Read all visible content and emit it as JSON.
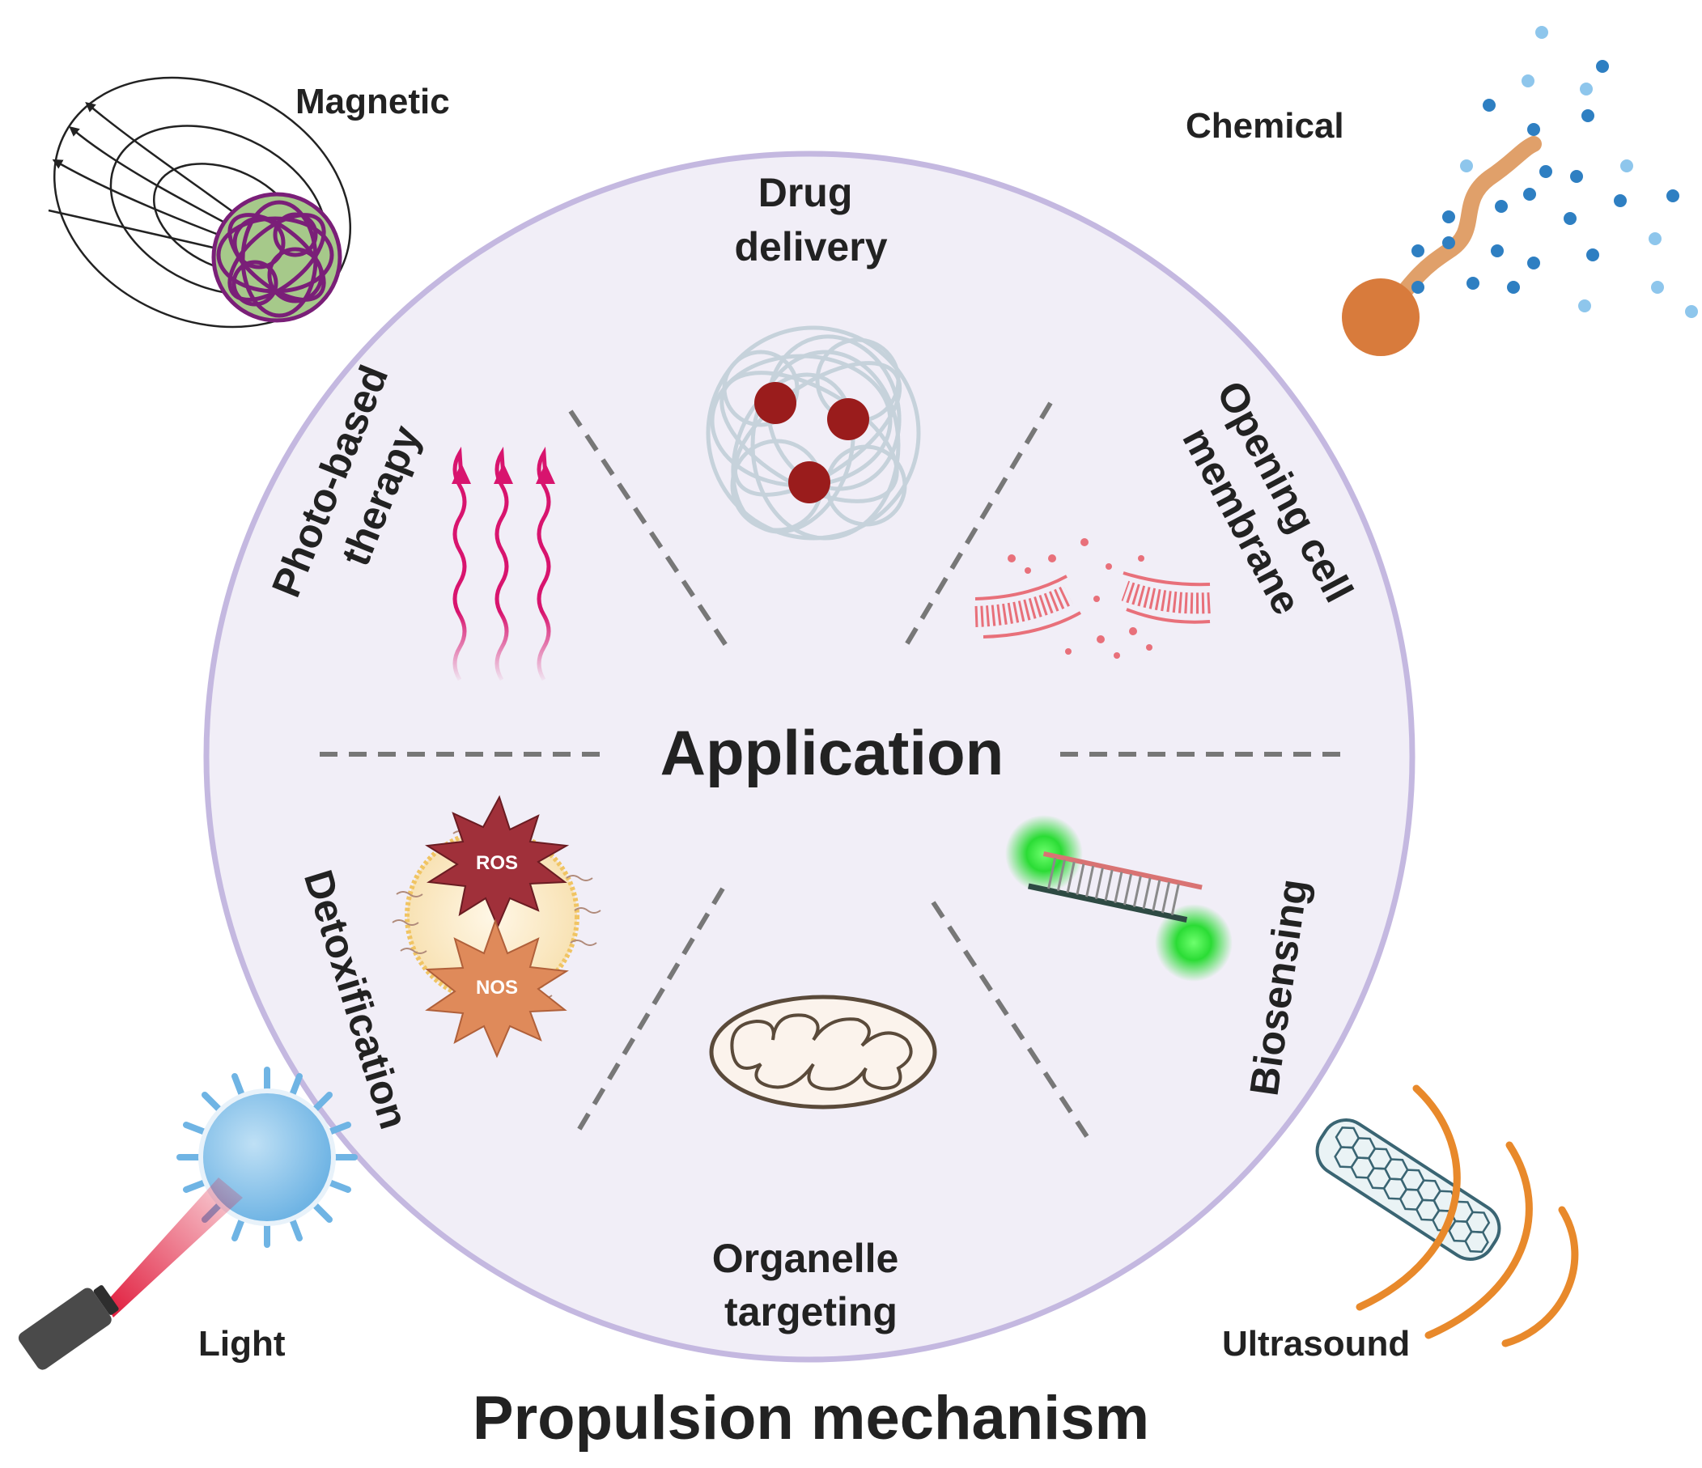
{
  "title": "Propulsion mechanism",
  "center_label": "Application",
  "applications": {
    "drug_delivery": [
      "Drug",
      "delivery"
    ],
    "opening_cell_membrane": [
      "Opening cell",
      "membrane"
    ],
    "biosensing": "Biosensing",
    "organelle_targeting": [
      "Organelle",
      "targeting"
    ],
    "detoxification": "Detoxification",
    "photo_based_therapy": [
      "Photo-based",
      "therapy"
    ]
  },
  "mechanisms": {
    "magnetic": "Magnetic",
    "chemical": "Chemical",
    "light": "Light",
    "ultrasound": "Ultrasound"
  },
  "badges": {
    "ros": "ROS",
    "nos": "NOS"
  },
  "colors": {
    "circle_fill": "#f1eef7",
    "circle_stroke": "#c4b8e0",
    "divider": "#777777",
    "text": "#222222",
    "magnetic_sphere": "#7a1f78",
    "chemical_body": "#d87b3c",
    "chemical_dots": "#3a8fcc",
    "light_beam": "#e0193a",
    "ultrasound_waves": "#e8892b",
    "drug_particles": "#9a1c1c",
    "membrane": "#e8707a",
    "photo_waves": "#d8146e",
    "ros_burst": "#a0303a",
    "nos_burst": "#df8a5a",
    "biosensor_glow": "#2bdc35"
  }
}
